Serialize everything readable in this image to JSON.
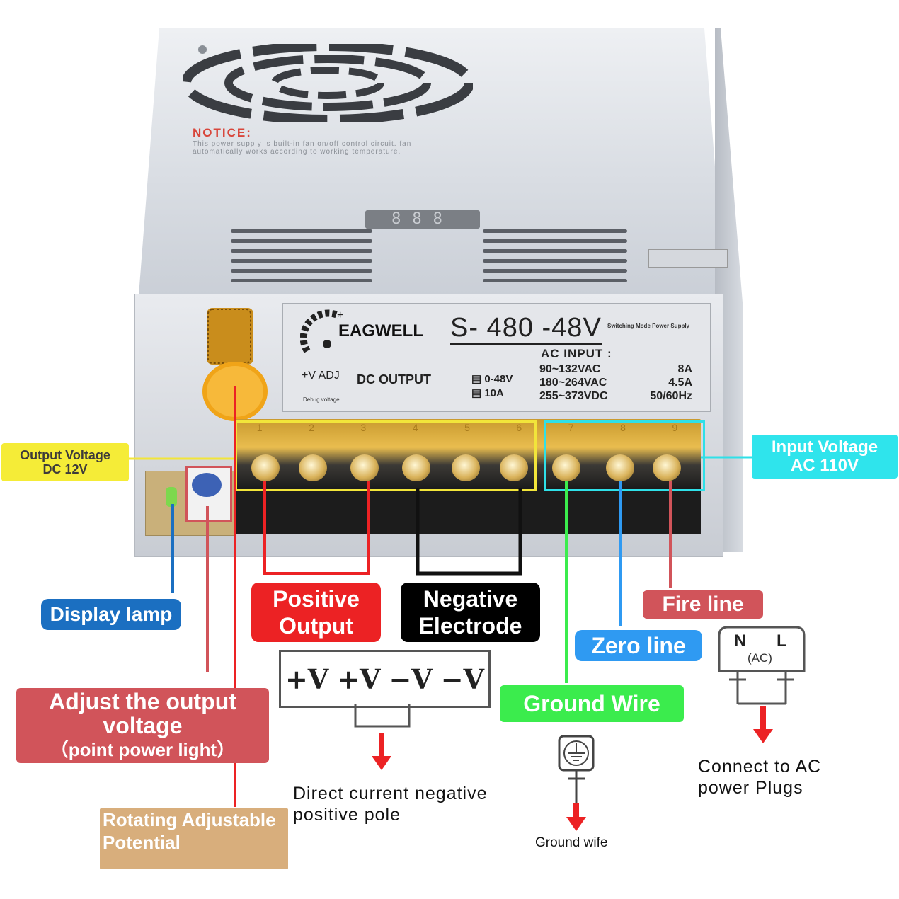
{
  "device": {
    "notice_title": "NOTICE:",
    "notice_text": "This power supply is built-in fan on/off control circuit. fan automatically works according to working temperature.",
    "display_digits": "888",
    "brand": "EAGWELL",
    "model": "S- 480 -48V",
    "subtitle": "Switching Mode Power Supply",
    "v_adj": "+V ADJ",
    "dc_output": "DC OUTPUT",
    "dc_voltage": "0-48V",
    "dc_current": "10A",
    "ac_input_title": "AC INPUT :",
    "ac_rows": [
      {
        "range": "90~132VAC",
        "value": "8A"
      },
      {
        "range": "180~264VAC",
        "value": "4.5A"
      },
      {
        "range": "255~373VDC",
        "value": "50/60Hz"
      }
    ],
    "debug_label": "Debug voltage",
    "terminal_numbers": [
      "1",
      "2",
      "3",
      "4",
      "5",
      "6",
      "7",
      "8",
      "9"
    ]
  },
  "labels": {
    "output_voltage": [
      "Output Voltage",
      "DC 12V"
    ],
    "input_voltage": [
      "Input Voltage",
      "AC 110V"
    ],
    "positive_output": [
      "Positive",
      "Output"
    ],
    "negative_electrode": [
      "Negative",
      "Electrode"
    ],
    "display_lamp": "Display lamp",
    "fire_line": "Fire line",
    "zero_line": "Zero line",
    "ground_wire": "Ground Wire",
    "adjust_output": [
      "Adjust the output",
      "voltage",
      "（point power light）"
    ],
    "rotating": [
      "Rotating  Adjustable",
      "Potential"
    ]
  },
  "poles": [
    "+V",
    "+V",
    "−V",
    "−V"
  ],
  "captions": {
    "dc_pole": [
      "Direct current negative",
      "positive pole"
    ],
    "ground_wife": "Ground wife",
    "connect_ac": [
      "Connect to AC",
      "power Plugs"
    ],
    "plug_n": "N",
    "plug_l": "L",
    "plug_ac": "(AC)"
  },
  "colors": {
    "yellow": "#f2e53a",
    "cyan": "#2fe0e8",
    "red": "#ec2224",
    "black": "#000000",
    "blue": "#1b6fc1",
    "fire": "#d1545a",
    "zero": "#2f9af2",
    "green": "#3bec4d",
    "tan": "#d8ae7c"
  }
}
